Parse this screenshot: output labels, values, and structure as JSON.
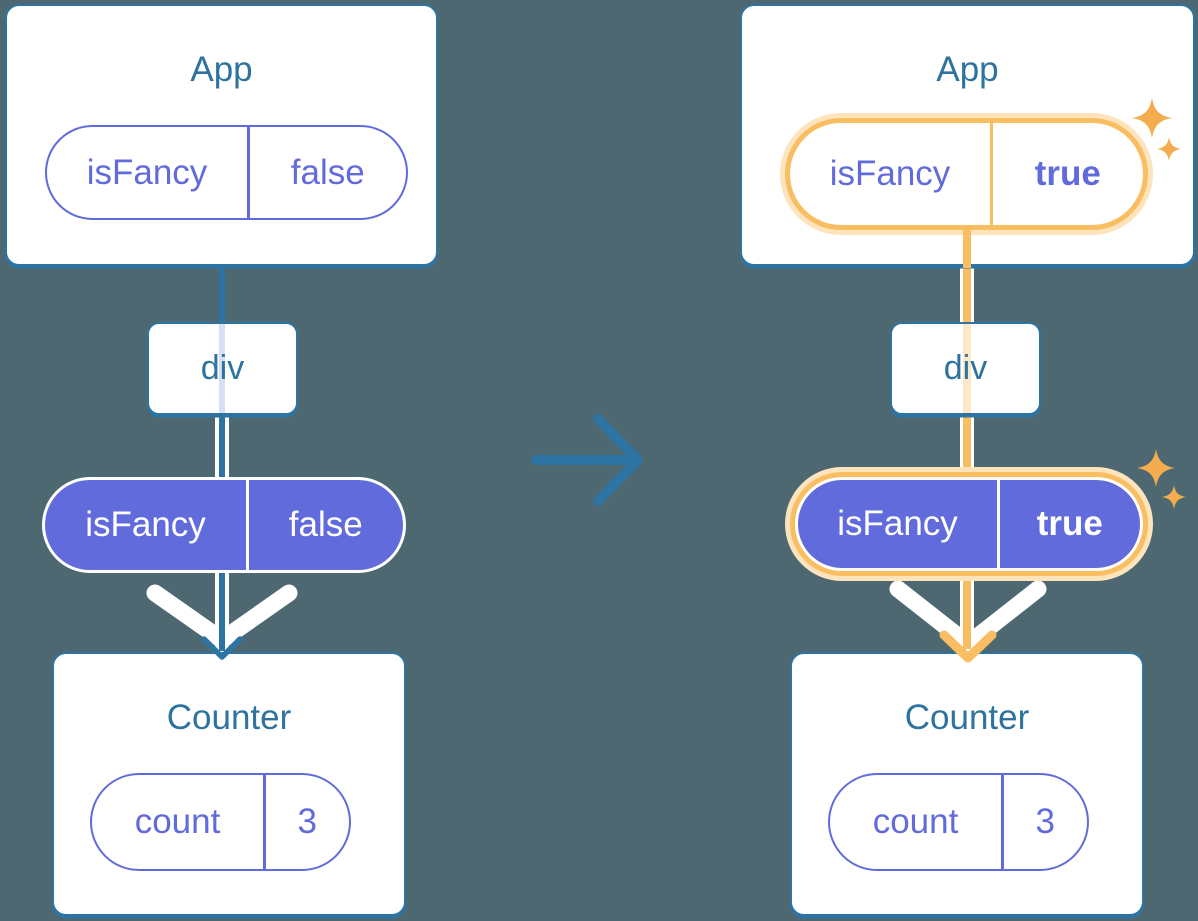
{
  "colors": {
    "background": "#4E6872",
    "card": "#ffffff",
    "stroke": "#2E74A3",
    "title_text": "#2E739E",
    "purple": "#626BDC",
    "pale_blue": "#D7E0F5",
    "pale_orange": "#FBE8C9",
    "orange": "#F9BD62",
    "orange_glow": "#FDE4BD",
    "sparkle": "#F4AC4E"
  },
  "before": {
    "app": {
      "title": "App",
      "state": {
        "name": "isFancy",
        "value": "false"
      }
    },
    "container": {
      "title": "div"
    },
    "prop": {
      "name": "isFancy",
      "value": "false"
    },
    "counter": {
      "title": "Counter",
      "state": {
        "name": "count",
        "value": "3"
      }
    }
  },
  "after": {
    "app": {
      "title": "App",
      "state": {
        "name": "isFancy",
        "value": "true"
      }
    },
    "container": {
      "title": "div"
    },
    "prop": {
      "name": "isFancy",
      "value": "true"
    },
    "counter": {
      "title": "Counter",
      "state": {
        "name": "count",
        "value": "3"
      }
    }
  }
}
